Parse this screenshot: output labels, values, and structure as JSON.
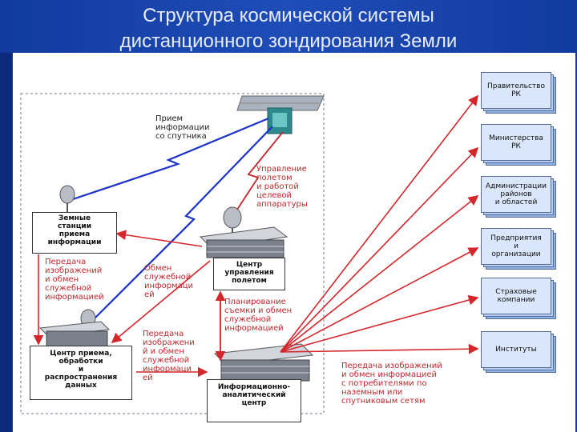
{
  "title": {
    "line1": "Структура космической системы",
    "line2": "дистанционного зондирования Земли"
  },
  "labels": {
    "priem": "Прием\nинформации\nсо спутника",
    "upravlenie": "Управление\nполетом\nи работой\nцелевой\nаппаратуры",
    "peredacha_left": "Передача\nизображений\nи обмен\nслужебной\nинформацией",
    "obmen": "Обмен\nслужебной\nинформаци\nей",
    "planirovanie": "Планирование\nсъемки и обмен\nслужебной\nинформацией",
    "peredacha_mid": "Передача\nизображени\nй и обмен\nслужебной\nинформаци\nей",
    "peredacha_bottom": "Передача изображений\nи обмен информацией\nс потребителями по\nназемным или\nспутниковым сетям"
  },
  "nodes": {
    "ground_stations": "Земные\nстанции\nприема\nинформации",
    "flight_center": "Центр\nуправления\nполетом",
    "receive_center": "Центр приема,\nобработки\nи\nраспространения\nданных",
    "analytic_center": "Информационно-\nаналитический\nцентр"
  },
  "consumers": [
    "Правительство\nРК",
    "Министерства\nРК",
    "Администрации\nрайонов\nи областей",
    "Предприятия\nи\nорганизации",
    "Страховые\nкомпании",
    "Институты"
  ],
  "icons": [
    "satellite-icon",
    "antenna-icon",
    "building-icon"
  ],
  "colors": {
    "background": "#1a3c9a",
    "title": "#e8ecff",
    "red_arrows": "#d4262b",
    "blue_link": "#1a32c8",
    "consumer_box": "#d9e6fb"
  }
}
